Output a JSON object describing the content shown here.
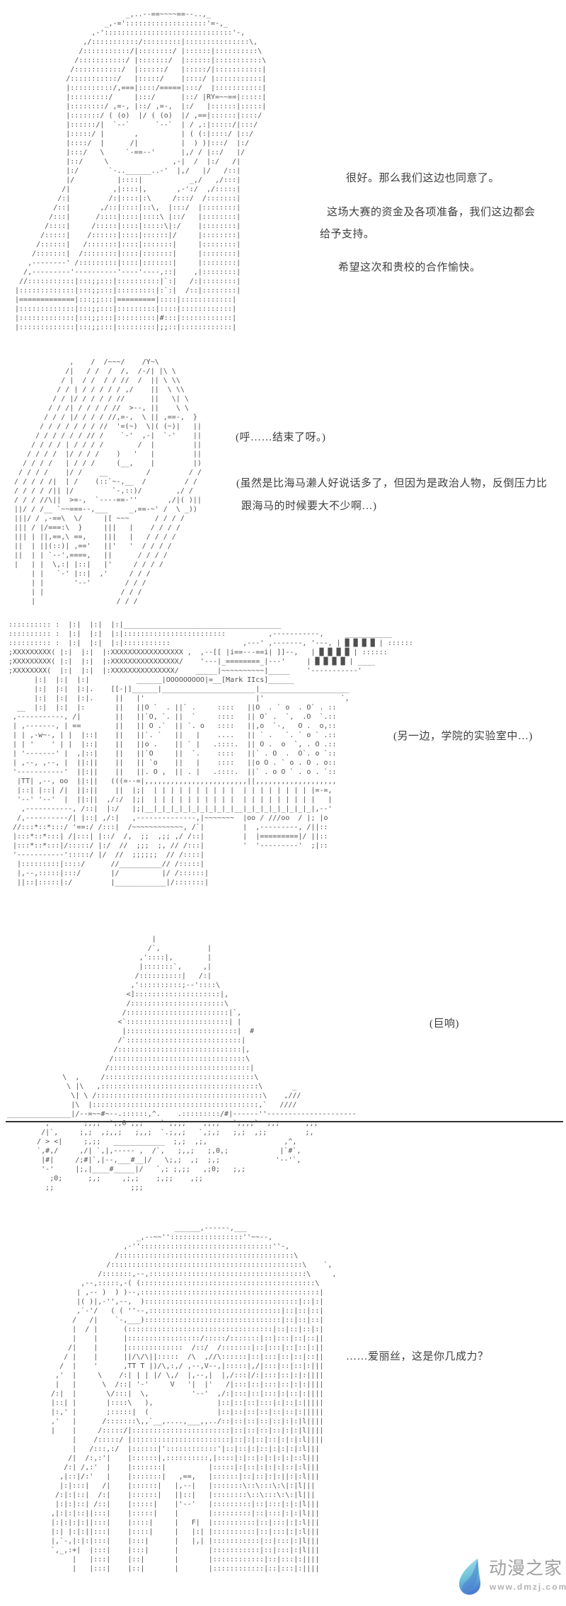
{
  "page": {
    "background": "#ffffff",
    "art_color": "#4f4f4f",
    "text_color": "#3e3e3e"
  },
  "dialogues": {
    "p1_line1": "很好。那么我们这边也同意了。",
    "p1_line2": "这场大赛的资金及各项准备，我们这边都会",
    "p1_line3": "给予支持。",
    "p1_line4": "希望这次和贵校的合作愉快。",
    "p2_line1": "(呼……结束了呀。)",
    "p2_line2": "(虽然是比海马濑人好说话多了，但因为是政治人物，反倒压力比",
    "p2_line3": "跟海马的时候要大不少啊…)",
    "p3_caption": "(另一边，学院的实验室中…)",
    "p4_caption": "(巨响)",
    "p5_line1": "……爱丽丝，这是你几成力？"
  },
  "panels": {
    "politician": {
      "art": [
        "                           _,..--==~~~~==--..,_",
        "                      _,-=':::::::::::::::::::'=-,_",
        "                   ,-'::::::::::::::::::::::::::::::'-,",
        "                 ,/:::::::::::/:::::::::|:::::::::::::::\\,",
        "                /:::::::::::/|::::::::/ |::::::|::::::::::\\",
        "               /:::::::::::/ |:::::::/  |::::::|:::::::::::\\",
        "              /:::::::::::/  |::::::/   |:::::/|:::::::::::|",
        "             /:::::::::::/   |:::::/    |::::/ |:::::::::::|",
        "             |::::::::::/,===|::::/=====|:::/  |:::::::::::|",
        "             |:::::::::/     |:::/      |::/ |RY=~~==|:::::|",
        "             |::::::::/ ,=-, |::/ ,=-,  |:/   |::::::|:::::|",
        "             |:::::::/ ( (o)  |/ ( (o)  |/ ,==|::::::|::::/",
        "             |::::::/|  `--`      `--`  | / ,:|:::::/|:::/",
        "             |:::::/ |       ,          | ( (:|::::/ |::/",
        "             |::::/  |      /|          |  ) )|:::/  |:/",
        "             |:::/   \\     `-==--'      |,/ / |::/   |/",
        "             |::/     \\               ,-|  /  |:/   /|",
        "             |:/       `-..______..-'  |,/   |/   /::|",
        "             |/          |::::|           _,/   ,/:::|",
        "            /|          ,|::::|,       ,-':/  ,/:::::|",
        "           /:|         /:|::::|:\\     /:::/  /:::::::|",
        "          /::|       ,/::|::::|::\\,  |:::/  |::::::::|",
        "         /:::|      /::::|::::|::::\\ |::/   |::::::::|",
        "        /::::|     /:::::|::::|:::::\\|:/    |::::::::|",
        "       /:::::|    /::::::|::::|::::::|/     |::::::::|",
        "      /::::::|   /:::::::|::::|:::::::|     |::::::::|",
        "     /:::::::|  /::::::::|::::|:::::::|     |::::::::|",
        "    ,--------' /:::::::::|::::|:::::::|     |::::::::|",
        "   /,---------'----------'----'----,::|    ,|::::::::|",
        "  //:::::::::::|:::;;:::|::::::::::|`:|   /:|::::::::|",
        " |:::::::::::::|:::;;:::|:::::::::|:`:|  /::|::::::::|",
        " |=============|:::;;:::|=========|::::|::::::::::::|",
        " |:::::::::::::|:::;;:::|:::::::::|::::|::::::::::::|",
        " |:::::::::::::|:::;;:::|:::::::::|#:::|::::::::::::|",
        " |:::::::::::::|:::;;:::|:::::::::|;;::|::::::::::::|"
      ]
    },
    "girl": {
      "art": [
        "               ,    /  /~~~/    /Y~\\",
        "              /|   / /  /  /,  /-/| |\\ \\",
        "             / |  / /  / / //  /  || \\ \\\\",
        "            / / | / / / / / ,/    ||  \\ \\\\",
        "           / / |/ / / / / //      ||   \\| \\",
        "          / / /| / / / / //  >--, ||    \\ \\",
        "         / / / |/ / / / //,=-,  \\ || ,==-,  }",
        "        / / / / / / / //  '=(~)  \\|( (~)|   ||",
        "       / / / / / / // /    `-'  ,-|  `-'    ||",
        "      / / / / | / / / /        /  |         ||",
        "     / / / /  |/ / / /    )   '   |         ||",
        "    / / / /   | / / /     (__,    |         |)",
        "   / / / /    |/ /    __         /         / /",
        "  / / / / /|  | /    (::`~-,__  /         / /",
        "  / / / / /|| |/         `-,::)/        ,/ /",
        "  / / / //\\||  >=-,  `----==-''       ,/|( )||",
        "  ||/ / /__ `~~===--,___     _,==-~' /  \\ _))",
        "  |||/ / ,-==\\  \\/     |[ ~~~      / / / /",
        "  ||| / |/===:\\  }     |||   |    / / / /",
        "  ||| | ||,==,\\ ==,    |||   |   / / / /",
        "  ||  | ||(::)| ,=='   ||'   '  / / / /",
        "  ||  | | `--',====,   ||      / / / /",
        "  |   | |  \\,:| |::|   |'     / / / /",
        "      | |   `-' |::|  ,'     / / /",
        "      | |       '--'        / / /",
        "      | |                  / / /",
        "      |                   / / /"
      ]
    },
    "laboratory": {
      "visible_label": "Mark IIcs",
      "art": [
        ":::::::::: :  |:|  |:|  |:|_____________________________________",
        ":::::::::: :  |:|  |:|  |:|::::::::::::::::::::::::          ,-----------,     ___________",
        ":::::::::: :  |:|  |:|  |:|:::::::::::                 ,---' ,-------, '---, | █ █ █ █ | ::::::",
        ";XXXXXXXXX( |:|  |:|  |:XXXXXXXXXXXXXXXXX ,  ,--[[ |i==---==i| ]]--,   | █ █ █ █ | ::::::",
        ";XXXXXXXXX( |:|  |:|  |:XXXXXXXXXXXXXXXX/    '---|_========_|---'     | █ █ █ █ | ____",
        ";XXXXXXXX(  |:|  |:|  |:XXXXXXXXXXXXXXX/    _____|~~~~~~~~~~|_____    '-----------'",
        "      |:|  |:|  |:|           ______|OOOOOOOOO|=__[Mark IIcs]______",
        "      |:|  |:|  |:|.    [[-|]______|______________________|_____________________",
        "      |:|  |:|  |:|.     ||   |'                          |'                  `,",
        "  __  |:|  |:|  |:       ||   ||O `  . ||` .     ::::   ||O  . ` o  . O` . ::",
        " ,-----------, /|        ||   ||`O, `. ||  `     ::::   || O` .  `,  .O  `.::",
        " | ,-------, | ==        ||   || O .`  || `. o   ::::   ||,o  `-,   O .  o,::",
        " | | ,-w~-, | |  |::|    ||   ||`. `   ||   |    ....   || ` .   `. ` o ` .::",
        " | | '    ' | |  |::|    ||   ||o .    || ` |   .::::.  || O .  o  `, . O .::",
        " | '-------' |  ,|::|    ||   ||`O     ||  `.    ::::   ||` . O  .  O`. o `::",
        " | ,--, ,--, |  ||:||    ||   || `o    ||   |    ::::   ||o O . ` o . O . o::",
        " '-----------'  ||:||    ||   ||. O ,  || . |   .::::.  ||` . o O ` . o . `::",
        "  |TT| ,--, oo  ||:||   (((=--=|,,,,,,,,,,,,,,,,,,,,,,,,||,,,,,,,,,,,,,,,,,,,",
        "  |::| |::| /|  ||:||    ||  |;|  | | | | | | | | | |  | | | | | | | | |=-=,",
        "  '--' '--'  |  ||:||  ,/:/  |;|  | | | | | | | | | |  | | | | | | | | |   |",
        "   ,-----------, /::|  |:/   |;|__|_|_|_|_|_|_|_|_|_|__|_|_|_|_|_|_|_|_|,--'",
        "  /,----------/| |::| ,/:|   ,--------------,|~~~~~~~  |oo / ///oo  / |; |o",
        " //:::*::*:::/ '==:/ /:::|  /~~~~~~~~~~~~, /`|         |  ,---------, /||::",
        " |:::*::*:::| /|:::| |::/  /,  ;;  ,;; ,/ /::|         |  |=========|/ ||::",
        " |:::*::*:::|/:::::/ |:/  //  ;;;  ;, // /:::|         '  '---------'  ;|::",
        " '-----------':::::/ |/  //  ;;;;;;  // /::::|",
        "  |:::::::::|::::/      //__________// /:::::|",
        "  |,--,:::::|:::/       |/          |/ /::::::|",
        "  ||::|:::::|:/         |____________|/:::::::|"
      ]
    },
    "explosion": {
      "art": [
        "                                  |",
        "                                 /`,           |",
        "                               ,'::::|,        |",
        "                               |:::::::`,     ,|",
        "                              /::::::::::|   /:|",
        "                             ,'::::::::::;--'::::\\",
        "                            <]::::::::::::::::::::|,",
        "                            /::::::::::::::::::::::\\",
        "                           /::::::::::::::::::::::::|`,",
        "                          <`::::::::::::::::::::::::| |",
        "                           |::::::::::::::::::::::::::|  #",
        "                          /`:::::::::::::::::::::::::::|",
        "                         /:::::::::::::::::::::::::::::|,",
        "                        /:::::::::::::::::::::::::::::::\\",
        "                       /:::::::::::::::::::::::::::::::::|",
        "             \\  ,     /:::::::::::::::::::::::::::::::::::\\",
        "              \\ |\\   ,:::::::::::::::::::::::::::::::::::::\\       _",
        "               \\| \\ /:::::::::::::::::::::::::::::::::::::::\\    ,///",
        "               |\\  |:::::::::::::::::::::::::::::::::::::::,`   ////",
        "_______________|/--=~~#~--.::::::,^.    .:::::::::/#|------''---------------------",
        "         ,        ;,,;  `;,0 ;,;    ` ;,;;    ,;,;   `;,,;`  ;,;      ,;;",
        "        /|`,     ;,;  ,;,,;   ;,,;  `.;,,;   `,;,;   ;,;  ,;;         ;,",
        "       / > <|     ;,;;   ____________  ;,;  ,;,                  ,^,",
        "       `,#,/     ,/| `,|,----- ,  /`,   ;,,;   ;,0,;            |`#`,",
        "        |#|     /;#|`,|--,___#__|/   \\;,;  ,;  ;,;             '--'`,",
        "        '-'     |;,|____#_____|/   `,; ;,;;   ,;0;   ;,;",
        "          ;0;      ;,;     ,;,;    ;,;;    ,;;",
        "         ;;                  ;;;"
      ]
    },
    "alice": {
      "art": [
        "                               ______,------,___",
        "                      _,--~~'':::::::::::::::::''~~--,",
        "                   ,-'':::::::::::::::::::::::::::::::''-,",
        "                 /:::::::::::::::::::::::::::::::::::::::::\\",
        "               /:::::::::::::::::::::::::::::::::::::::::::::\\    `,",
        "             /:::::::,--,:::::::::::::::::::::::::::::::::::::\\     ,",
        "         ,--,:::::,-( (:::::::::::::::::::::::::::::::::::::::::\\",
        "        | ,-- )  ) )--,::::::::::::::::::::::::::::::::::::::::::|",
        "        |( )|,-'',--,  )::::::::::::::::::::::::::::::::::::|::|:|",
        "        ,`-'/   ( ( ''--,:::::::::::::::::::::::::::::::|::|::|::|",
        "       /   /|    `-,___)::::::::::::::::::::::::::::::::|::|::|::|",
        "       |  / |      (::::::::::::::::::::::::::::::::::|::|::|::|:|",
        "       |    |      |:::::::::::::::::/:::::/:::::::|::|:::|::|::||",
        "      /|    |      |:::::::::::::  /::/  /:::::::|::|:::|::|::|:||",
        "     / |    |      ||/\\/\\||:::::  /\\  ,//\\::::::|::|:::|::|::|::||",
        "    /  |    '      ,TT T |)/\\,:,/ ,--,V--,|:::::|,/|:::|::|::|:|||",
        "   ,'  |     \\    /:| | | |/ \\,/  |,--,|  |,/:::|/:|:::|::|:|:||||",
        "   |   |      \\  /::| '-'     V   '|  |'   /|:::|::|:::|::|:|:||||",
        "  /:|  |       \\/:::|  \\,          '--'  ,/:|:::|::|:::|:|::|:||||",
        "  |::| |       |::::\\   ),               |::|::|::|:::|:|::|:|||||",
        "  |:,' |       ;:::::|  (                |::|::|::|::|::|::|:|||||",
        "  ,'   |      /:::::::\\,,`__,....,___,,../::|::|::|::|::|:|:|l||||",
        "  |    |     /:::::/|:::::::::::::::::::::::|::|::|::|::|:|:|l||||",
        "       |    /:::::/ |:::::::::::::::::::::::|::|:|::|::|:|:|:l||||",
        "       |   /:::,:/  |::::::|'::::::::::::'|::|::|:|::|:|:|:|:l|||",
        "      /|  /:,:'|    |::::::|,::::::::::,|::::|:|::|:|:|:|:|::l|||",
        "     /:| /,:'  |    |:::::::|          |:::::|:|::|:|:|:|::|:l|||",
        "    ,|::|/:'   |    |:::::::|   ,==,   |::::::|::|::|:|:||:|:l|||",
        "    |:|:::|   /|    |::::::|   |,--|   |:::::::\\::\\:::\\:\\|:|l|||",
        "   /:|:|::|  /:|    |::::::|   ||::|   |::::::::\\::\\:::\\:\\:|l|||",
        "   |:|:|::| /::|    |:::::|    |'--'   |:::::::::|::|:::|:|:|l|||",
        "  ,|:|:|::||:::|    |:::::|    |       |:::::::::|::|:::|:|:|l|||",
        "  |:|:|:|:||:::|    |::::|     |   F|  |::::::::::|::|:::|:|:l|||",
        "  |:| |:|:||:::|    |::::|     |   |:| |::::::::::|::|:::|:|:l|||",
        "  |,`-,|:|:|:::|    |:::|      |   |,| |:::::::::::|::|:::|:|l|||",
        "  `,_,:+|  |:::|    |:::|      |       |:::::::::::|::|:::|:|l|||",
        "       |   |:::|    |::|       |       |::::::::::::|::|:::|:||||",
        "       |   |:::|    |::|       |       |::::::::::::|::|:::|:||||"
      ]
    }
  },
  "watermark": {
    "site_name": "动漫之家",
    "site_url": "www.dmzj.com",
    "colors": {
      "leaf_light": "#b9e4e9",
      "leaf_mid": "#6fc4da",
      "leaf_dark": "#4b7fd0",
      "name": "#9e9e9e",
      "url": "#b3b3b3"
    }
  }
}
